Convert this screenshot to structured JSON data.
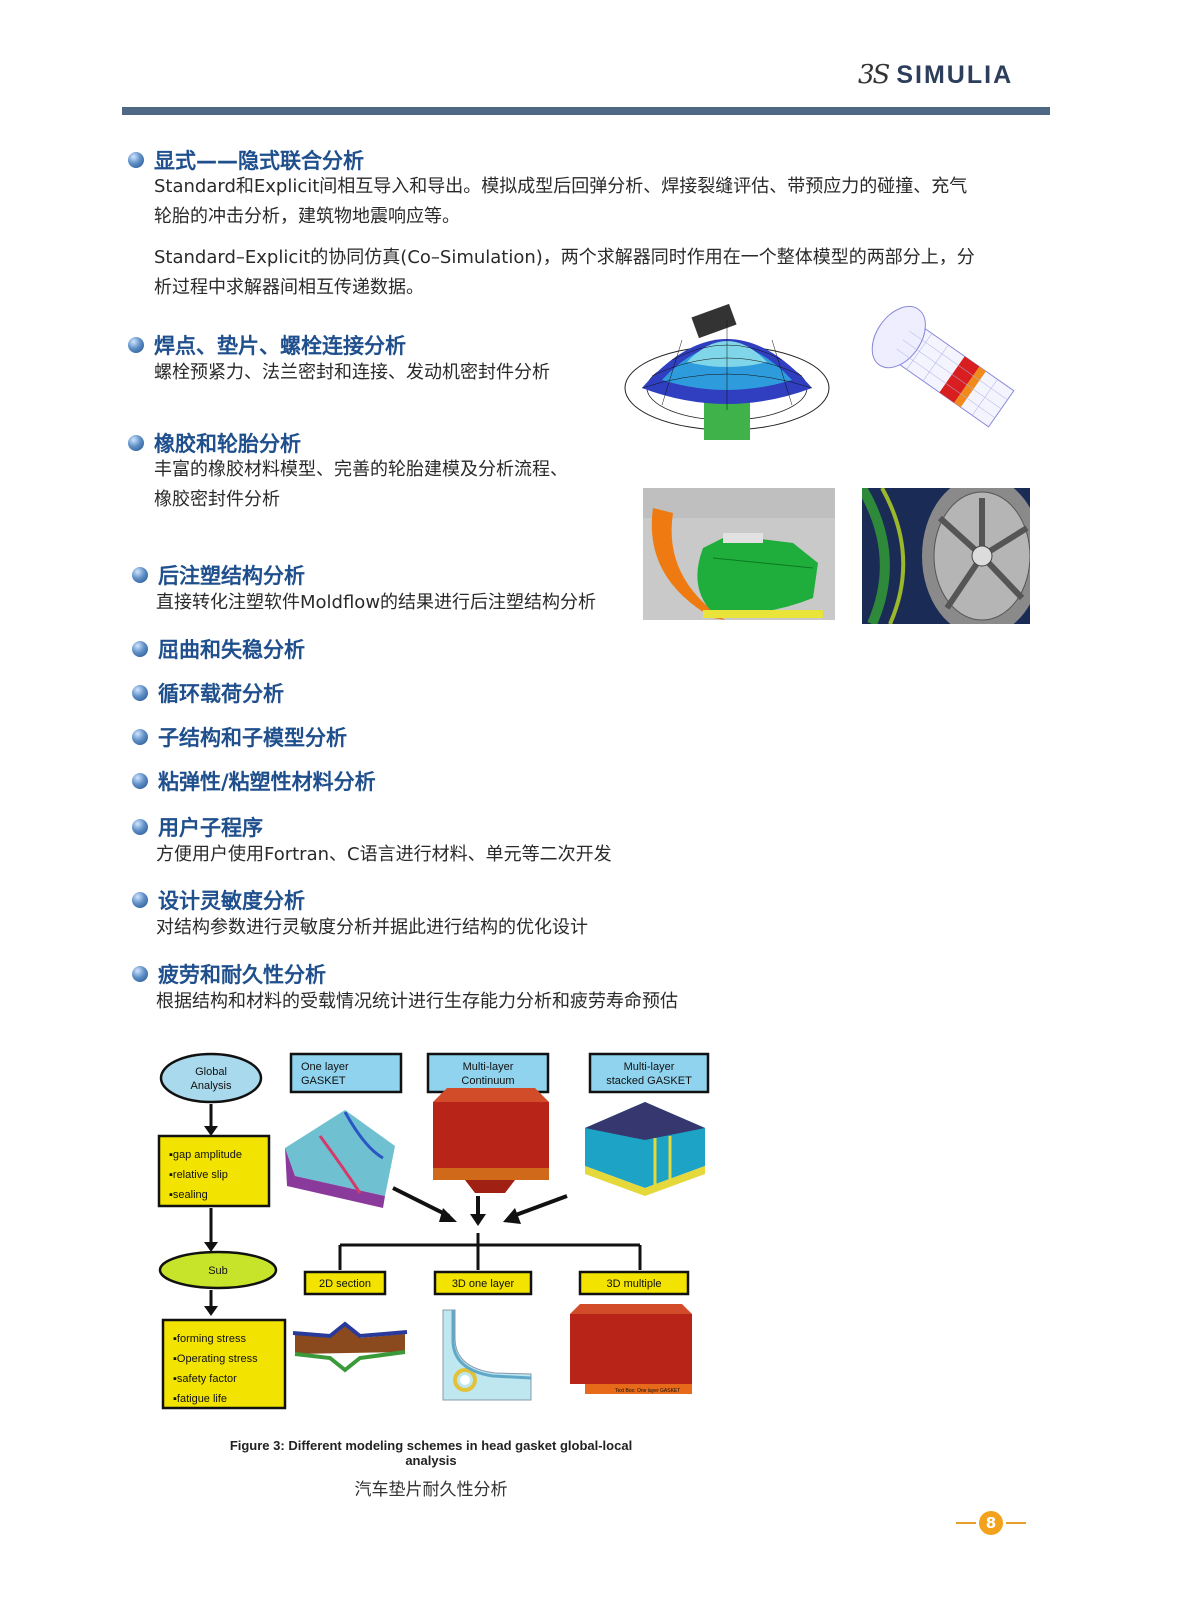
{
  "header": {
    "logo_mark": "3S",
    "logo_text": "SIMULIA"
  },
  "sections": [
    {
      "title": "显式——隐式联合分析",
      "paragraphs": [
        [
          "Standard和Explicit间相互导入和导出。模拟成型后回弹分析、焊接裂缝评估、带预应力的碰撞、充气",
          "轮胎的冲击分析，建筑物地震响应等。"
        ],
        [
          "Standard–Explicit的协同仿真(Co–Simulation)，两个求解器同时作用在一个整体模型的两部分上，分",
          "析过程中求解器间相互传递数据。"
        ]
      ]
    },
    {
      "title": "焊点、垫片、螺栓连接分析",
      "paragraphs": [
        [
          "螺栓预紧力、法兰密封和连接、发动机密封件分析"
        ]
      ]
    },
    {
      "title": "橡胶和轮胎分析",
      "paragraphs": [
        [
          "丰富的橡胶材料模型、完善的轮胎建模及分析流程、",
          "橡胶密封件分析"
        ]
      ]
    },
    {
      "title": "后注塑结构分析",
      "paragraphs": [
        [
          "直接转化注塑软件Moldflow的结果进行后注塑结构分析"
        ]
      ]
    },
    {
      "title": "屈曲和失稳分析"
    },
    {
      "title": "循环载荷分析"
    },
    {
      "title": "子结构和子模型分析"
    },
    {
      "title": "粘弹性/粘塑性材料分析"
    },
    {
      "title": "用户子程序",
      "paragraphs": [
        [
          "方便用户使用Fortran、C语言进行材料、单元等二次开发"
        ]
      ]
    },
    {
      "title": "设计灵敏度分析",
      "paragraphs": [
        [
          "对结构参数进行灵敏度分析并据此进行结构的优化设计"
        ]
      ]
    },
    {
      "title": "疲劳和耐久性分析",
      "paragraphs": [
        [
          "根据结构和材料的受载情况统计进行生存能力分析和疲劳寿命预估"
        ]
      ]
    }
  ],
  "figure": {
    "global_analysis": [
      "Global",
      "Analysis"
    ],
    "list1": [
      "▪gap amplitude",
      "▪relative slip",
      "▪sealing"
    ],
    "sub": "Sub",
    "list2": [
      "▪forming stress",
      "▪Operating stress",
      "▪safety factor",
      "▪fatigue life"
    ],
    "box1": [
      "One layer",
      "GASKET"
    ],
    "box2": [
      "Multi-layer",
      "Continuum"
    ],
    "box3": [
      "Multi-layer",
      "stacked GASKET"
    ],
    "tag1": "2D section",
    "tag2": "3D one layer",
    "tag3": "3D multiple",
    "small_note": "Text Box: One layer GASKET",
    "caption_line1": "Figure 3: Different modeling schemes in head gasket global-local",
    "caption_line2": "analysis",
    "caption_cn": "汽车垫片耐久性分析"
  },
  "page_number": "8"
}
